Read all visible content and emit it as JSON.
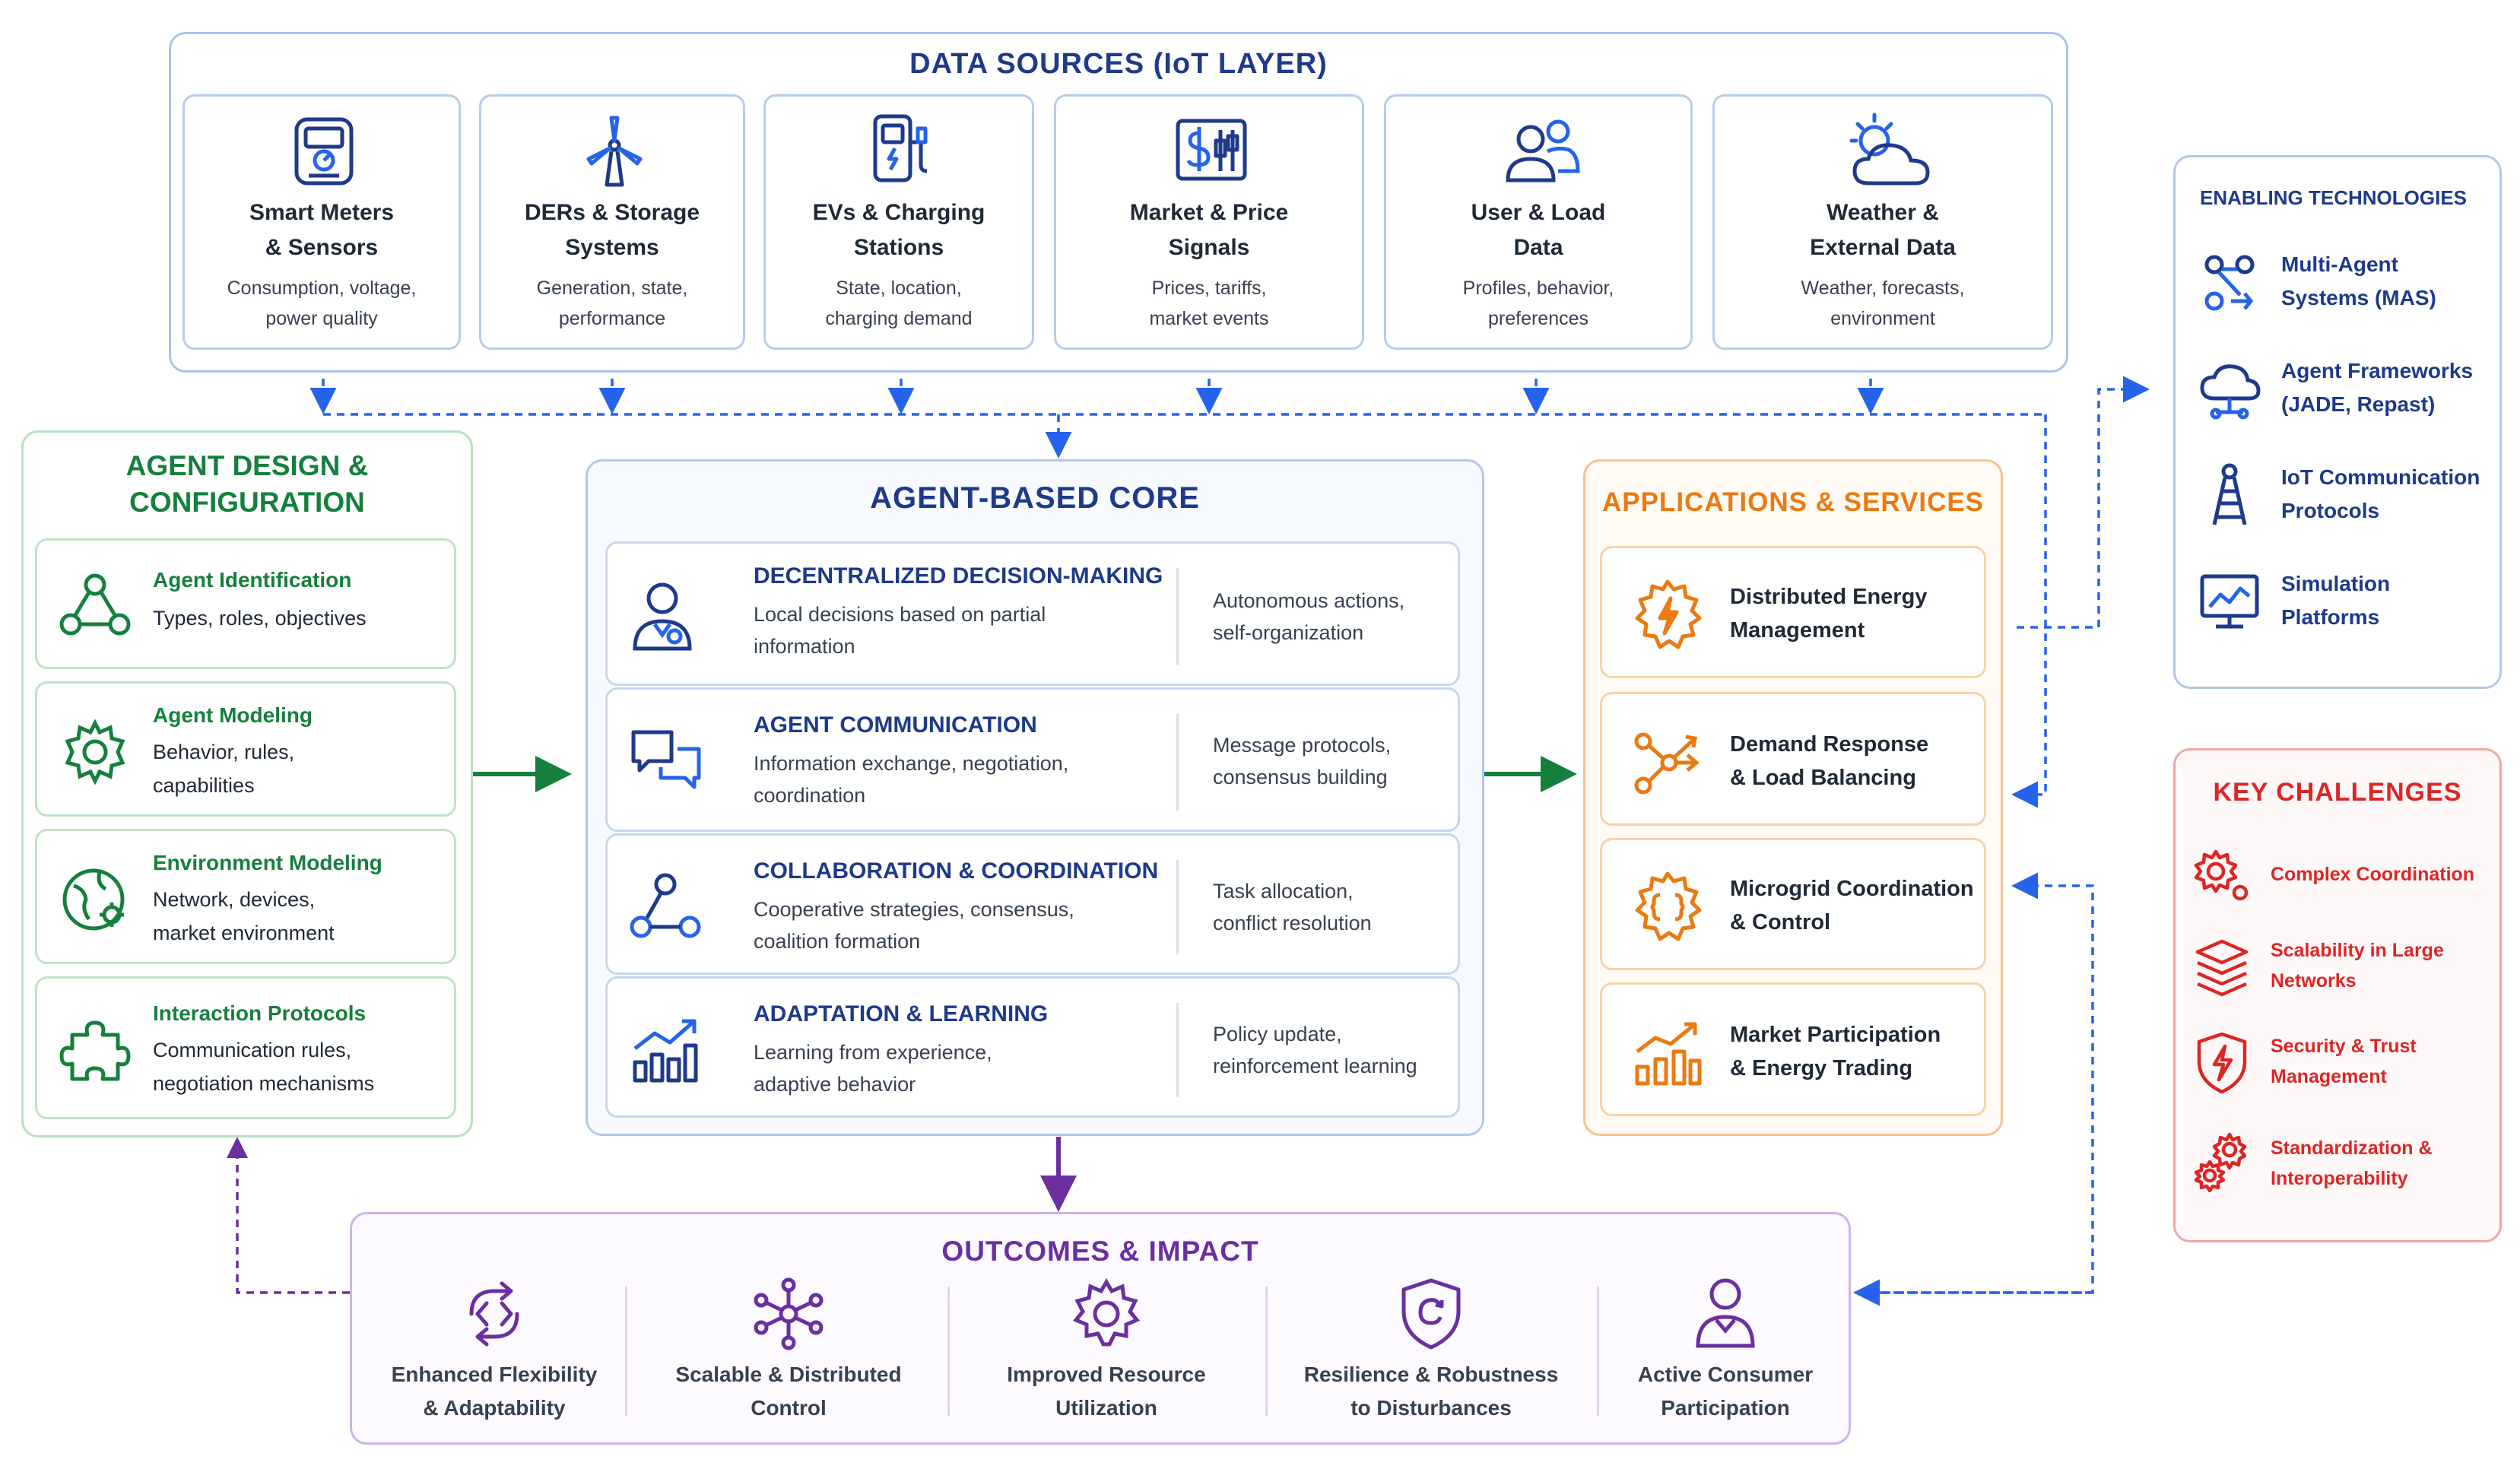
{
  "data_sources": {
    "title": "DATA SOURCES (IoT LAYER)",
    "items": [
      {
        "title": "Smart Meters\n& Sensors",
        "desc": "Consumption, voltage,\npower quality",
        "icon": "smart-meter-icon"
      },
      {
        "title": "DERs & Storage\nSystems",
        "desc": "Generation, state,\nperformance",
        "icon": "wind-turbine-icon"
      },
      {
        "title": "EVs & Charging\nStations",
        "desc": "State, location,\ncharging demand",
        "icon": "ev-charger-icon"
      },
      {
        "title": "Market & Price\nSignals",
        "desc": "Prices, tariffs,\nmarket events",
        "icon": "price-signal-icon"
      },
      {
        "title": "User & Load\nData",
        "desc": "Profiles, behavior,\npreferences",
        "icon": "users-icon"
      },
      {
        "title": "Weather &\nExternal Data",
        "desc": "Weather, forecasts,\nenvironment",
        "icon": "weather-icon"
      }
    ]
  },
  "agent_design": {
    "title": "AGENT DESIGN &\nCONFIGURATION",
    "items": [
      {
        "title": "Agent Identification",
        "desc": "Types, roles, objectives",
        "icon": "network-nodes-icon"
      },
      {
        "title": "Agent Modeling",
        "desc": "Behavior, rules,\ncapabilities",
        "icon": "gear-icon"
      },
      {
        "title": "Environment Modeling",
        "desc": "Network, devices,\nmarket environment",
        "icon": "globe-gear-icon"
      },
      {
        "title": "Interaction Protocols",
        "desc": "Communication rules,\nnegotiation mechanisms",
        "icon": "puzzle-icon"
      }
    ]
  },
  "core": {
    "title": "AGENT-BASED CORE",
    "items": [
      {
        "title": "DECENTRALIZED DECISION-MAKING",
        "desc": "Local decisions based on partial\ninformation",
        "right": "Autonomous actions,\nself-organization",
        "icon": "agent-person-icon"
      },
      {
        "title": "AGENT COMMUNICATION",
        "desc": "Information exchange, negotiation,\ncoordination",
        "right": "Message protocols,\nconsensus building",
        "icon": "chat-bubbles-icon"
      },
      {
        "title": "COLLABORATION & COORDINATION",
        "desc": "Cooperative strategies, consensus,\ncoalition formation",
        "right": "Task allocation,\nconflict resolution",
        "icon": "collaboration-nodes-icon"
      },
      {
        "title": "ADAPTATION & LEARNING",
        "desc": "Learning from experience,\nadaptive behavior",
        "right": "Policy update,\nreinforcement learning",
        "icon": "growth-chart-icon"
      }
    ]
  },
  "apps": {
    "title": "APPLICATIONS & SERVICES",
    "items": [
      {
        "label": "Distributed Energy\nManagement",
        "icon": "energy-gear-icon"
      },
      {
        "label": "Demand Response\n& Load Balancing",
        "icon": "branching-nodes-icon"
      },
      {
        "label": "Microgrid Coordination\n& Control",
        "icon": "microgrid-gear-icon"
      },
      {
        "label": "Market Participation\n& Energy Trading",
        "icon": "trading-chart-icon"
      }
    ]
  },
  "enabling": {
    "title": "ENABLING TECHNOLOGIES",
    "items": [
      {
        "label": "Multi-Agent\nSystems (MAS)",
        "icon": "multi-agent-icon"
      },
      {
        "label": "Agent Frameworks\n(JADE, Repast)",
        "icon": "cloud-network-icon"
      },
      {
        "label": "IoT Communication\nProtocols",
        "icon": "antenna-tower-icon"
      },
      {
        "label": "Simulation\nPlatforms",
        "icon": "monitor-chart-icon"
      }
    ]
  },
  "challenges": {
    "title": "KEY CHALLENGES",
    "items": [
      {
        "label": "Complex Coordination",
        "icon": "complex-gear-icon"
      },
      {
        "label": "Scalability in Large\nNetworks",
        "icon": "layers-icon"
      },
      {
        "label": "Security & Trust\nManagement",
        "icon": "shield-bolt-icon"
      },
      {
        "label": "Standardization &\nInteroperability",
        "icon": "gears-icon"
      }
    ]
  },
  "outcomes": {
    "title": "OUTCOMES & IMPACT",
    "items": [
      {
        "label": "Enhanced Flexibility\n& Adaptability",
        "icon": "flex-arrows-icon"
      },
      {
        "label": "Scalable & Distributed\nControl",
        "icon": "hub-network-icon"
      },
      {
        "label": "Improved Resource\nUtilization",
        "icon": "gear-icon"
      },
      {
        "label": "Resilience & Robustness\nto Disturbances",
        "icon": "shield-icon"
      },
      {
        "label": "Active Consumer\nParticipation",
        "icon": "person-icon"
      }
    ]
  },
  "colors": {
    "blue": "#2563eb",
    "navy": "#1e3a8a",
    "green": "#15803d",
    "orange": "#ea7a12",
    "red": "#dc2626",
    "purple": "#6b2fa0"
  }
}
